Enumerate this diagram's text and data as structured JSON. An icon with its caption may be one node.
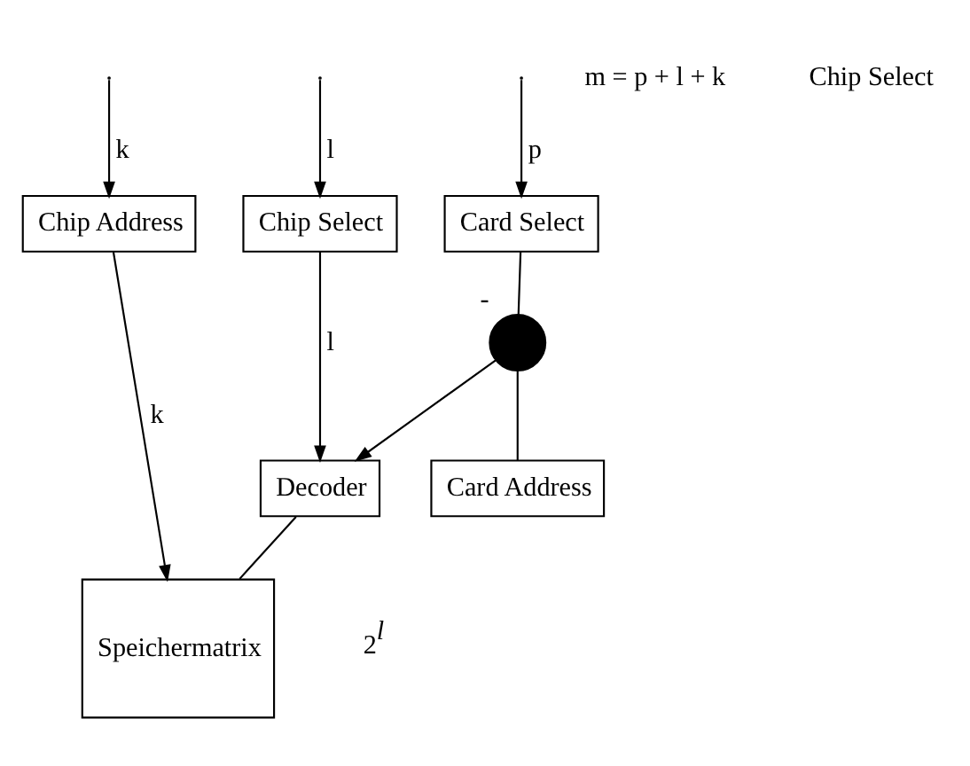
{
  "diagram": {
    "nodes": [
      {
        "text": [
          "Card Select"
        ]
      },
      {
        "text": [
          "Chip Select"
        ]
      },
      {
        "text": [
          "Chip Address"
        ]
      },
      {
        "text": [],
        "shape": "circle",
        "beside": [
          "-"
        ]
      },
      {
        "text": [
          "Card Address"
        ]
      },
      {
        "text": [
          "Decoder"
        ]
      },
      {
        "text": [
          "Speichermatrix"
        ]
      }
    ],
    "edges": [
      {
        "from": null,
        "to": 0,
        "arrow": "to",
        "label": "p"
      },
      {
        "from": null,
        "to": 1,
        "arrow": "to",
        "label": "l"
      },
      {
        "from": null,
        "to": 2,
        "arrow": "to",
        "label": "k"
      },
      {
        "from": 0,
        "to": 3,
        "arrow": "none"
      },
      {
        "from": 3,
        "to": 4,
        "arrow": "none"
      },
      {
        "from": 3,
        "to": 5,
        "arrow": "to"
      },
      {
        "from": 1,
        "to": 5,
        "arrow": "to",
        "label": "l"
      },
      {
        "from": 5,
        "to": 6,
        "arrow": "none"
      },
      {
        "from": 2,
        "to": 6,
        "arrow": "to",
        "label": "k"
      }
    ],
    "labels": [
      "m = p + l + k",
      "2$^{l}$",
      "Chip Select"
    ]
  }
}
